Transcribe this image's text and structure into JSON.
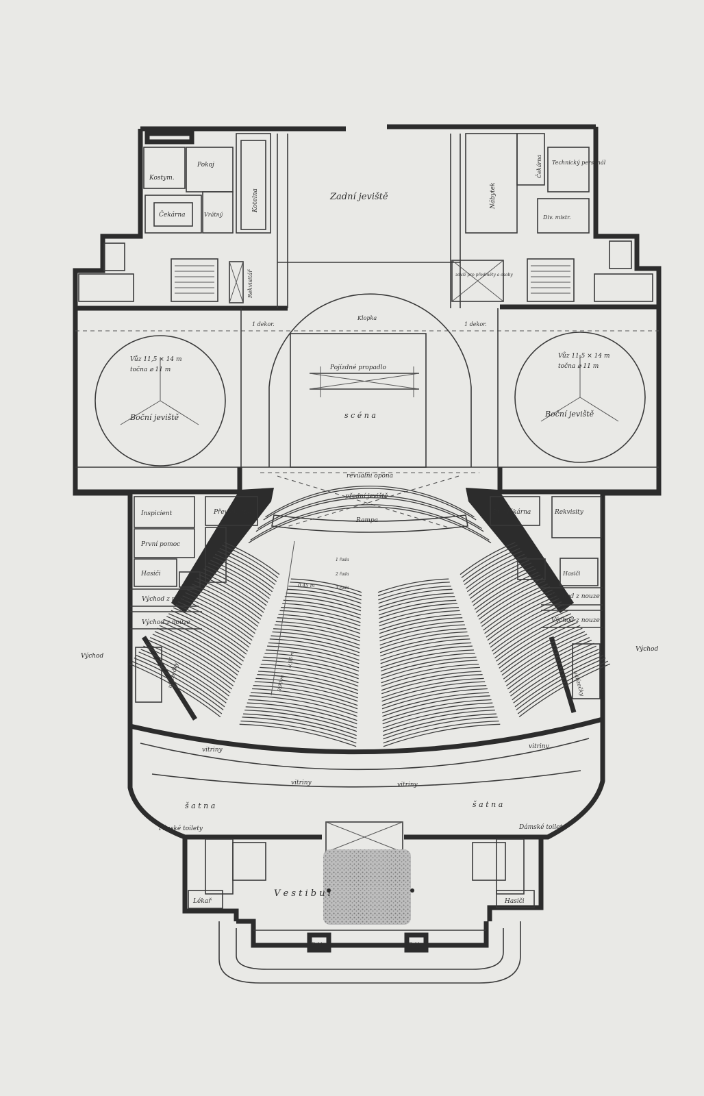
{
  "labels": {
    "zadni_jeviste": "Zadní jeviště",
    "bocni_left": "Boční jeviště",
    "bocni_right": "Boční jeviště",
    "voz_left_1": "Vůz 11,5 × 14 m",
    "voz_left_2": "točna ⌀ 11 m",
    "voz_right_1": "Vůz 11,5 × 14 m",
    "voz_right_2": "točna ⌀ 11 m",
    "pojizdne": "Pojízdné propadlo",
    "scena": "s c é n a",
    "revualni": "revuální opona",
    "predni": "přední jeviště",
    "rampa": "Rampa",
    "kloubka": "Klopka",
    "pokoj": "Pokoj",
    "kostym": "Kostym.",
    "cekarna_l": "Čekárna",
    "vratny": "Vrátný",
    "kotelna": "Kotelna",
    "cekarna_r": "Čekárna",
    "technicky": "Technický personál",
    "nabytek": "Nábytek",
    "div_mistr": "Div. mistr.",
    "zdvih": "zdviž pro předměty a osoby",
    "rekvisitar": "Rekvisitář",
    "inspicient": "Inspicient",
    "prvni_pomoc": "První pomoc",
    "hasici_l": "Hasiči",
    "prevlekarna_l": "Převlékárna",
    "prevlekarna_r": "Převlékárna",
    "rekvisity": "Rekvisity",
    "hasici_r": "Hasiči",
    "vychod_nouze_l1": "Východ z nouze",
    "vychod_nouze_l2": "Východ z nouze",
    "vychod_nouze_r1": "Východ z nouze",
    "vychod_nouze_r2": "Východ z nouze",
    "vychod_l": "Východ",
    "vychod_r": "Východ",
    "uklizecky_l": "uklízečky",
    "uklizecky_r": "uklízečky",
    "vitriny_1": "vitriny",
    "vitriny_2": "vitriny",
    "vitriny_3": "vitriny",
    "vitriny_4": "vitriny",
    "satna_l": "š a t n a",
    "satna_r": "š a t n a",
    "panske": "Pánské toilety",
    "damske": "Dámské toilety",
    "vestibul": "V e s t i b u l",
    "lekar": "Lékař",
    "hasici_vest": "Hasiči",
    "pokl_l": "Pokl.",
    "pokl_r": "Pokl.",
    "dekor_l": "1 dekor.",
    "dekor_r": "1 dekor.",
    "rada_1": "1 řada",
    "rada_2": "2 řada",
    "rada_3": "3 řada",
    "dim_1": "0,45 m",
    "dim_2": "0,90 m",
    "dim_3": "0,85 m"
  },
  "colors": {
    "paper": "#e9e9e6",
    "ink": "#2c2c2c"
  }
}
